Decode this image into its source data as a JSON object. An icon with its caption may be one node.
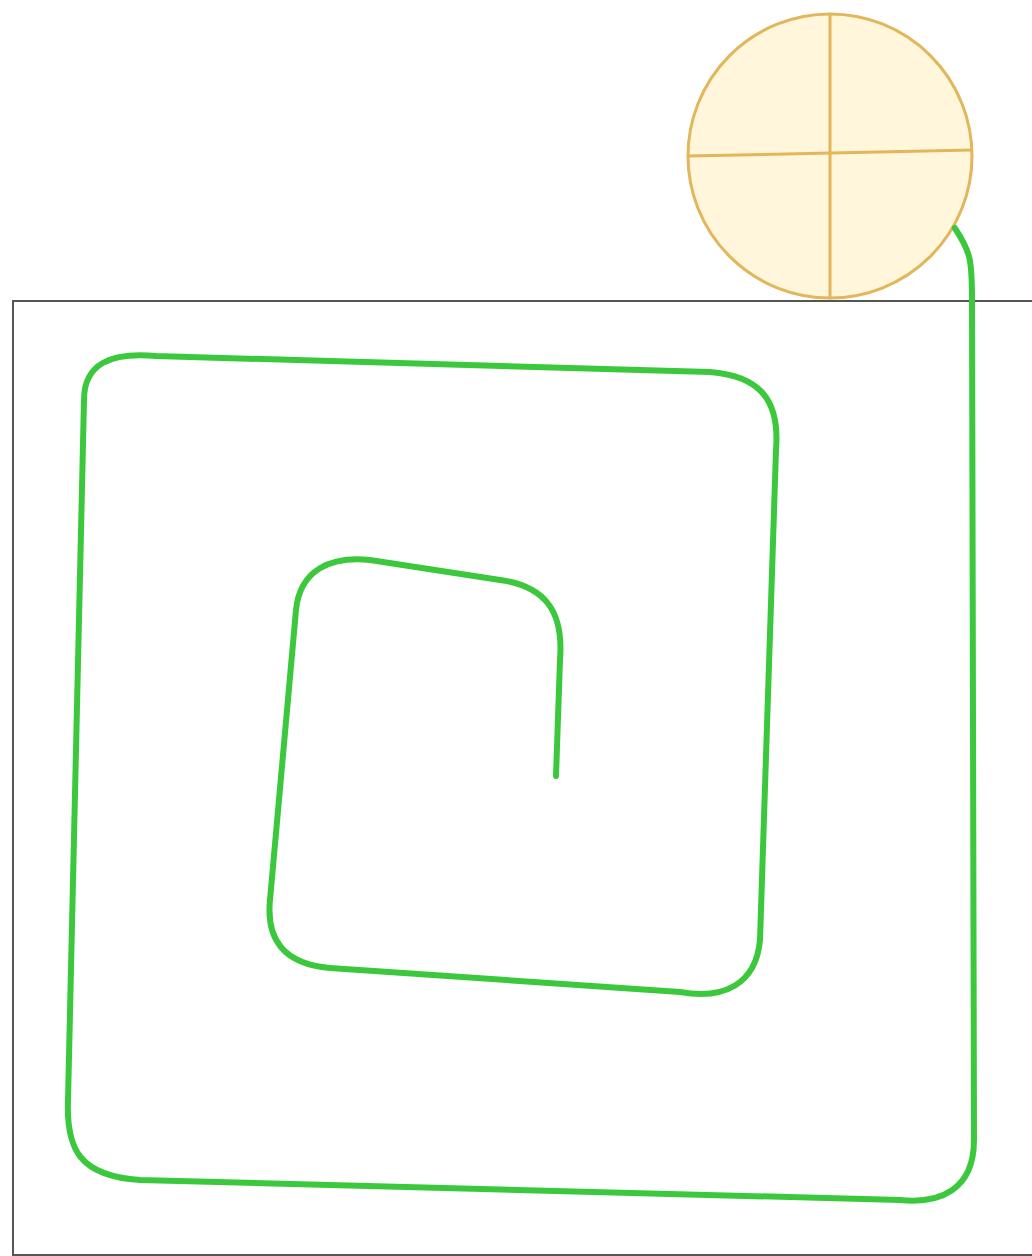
{
  "diagram": {
    "nodes": [
      {
        "text": [],
        "shape": "box"
      },
      {
        "text": [],
        "shape": "circle"
      }
    ],
    "edges": [
      {
        "from": 1,
        "to": 0,
        "arrow": "none",
        "color": "#3cc83c"
      }
    ]
  }
}
